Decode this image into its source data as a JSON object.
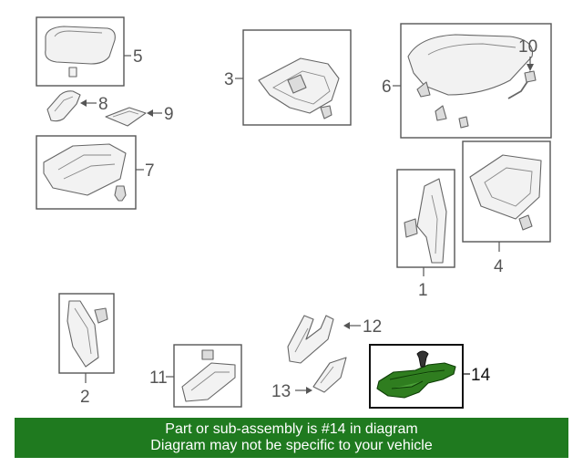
{
  "callouts": {
    "c1": "1",
    "c2": "2",
    "c3": "3",
    "c4": "4",
    "c5": "5",
    "c6": "6",
    "c7": "7",
    "c8": "8",
    "c9": "9",
    "c10": "10",
    "c11": "11",
    "c12": "12",
    "c13": "13",
    "c14": "14"
  },
  "highlight": {
    "part_number": "14",
    "fill_color": "#2f7d1f"
  },
  "banner": {
    "line1": "Part or sub-assembly is #14 in diagram",
    "line2": "Diagram may not be specific to your vehicle",
    "background_color": "#1f7a1f"
  }
}
